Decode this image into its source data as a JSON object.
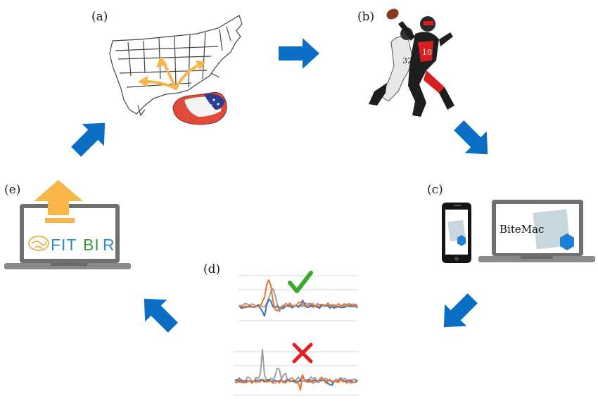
{
  "panels": {
    "a": {
      "label": "(a)"
    },
    "b": {
      "label": "(b)"
    },
    "c": {
      "label": "(c)",
      "app_name": "BiteMac"
    },
    "d": {
      "label": "(d)"
    },
    "e": {
      "label": "(e)",
      "logo_text_fi": "FIT",
      "logo_text_bi": "BI",
      "logo_text_r": "R"
    }
  },
  "colors": {
    "arrow": "#0a6fc4",
    "upload_arrow": "#f7b54a",
    "check": "#3aa830",
    "cross": "#e02020",
    "series_orange": "#e8772e",
    "series_blue": "#3c6fc4",
    "series_gray": "#a0a0a0",
    "player_red": "#d81e1e",
    "fitbir_blue": "#2f8bc4",
    "fitbir_green": "#3d9a3a"
  },
  "icons": {
    "flow_arrows": "right-arrow-icon",
    "check": "checkmark-icon",
    "cross": "cross-icon",
    "upload": "upload-arrow-icon"
  }
}
